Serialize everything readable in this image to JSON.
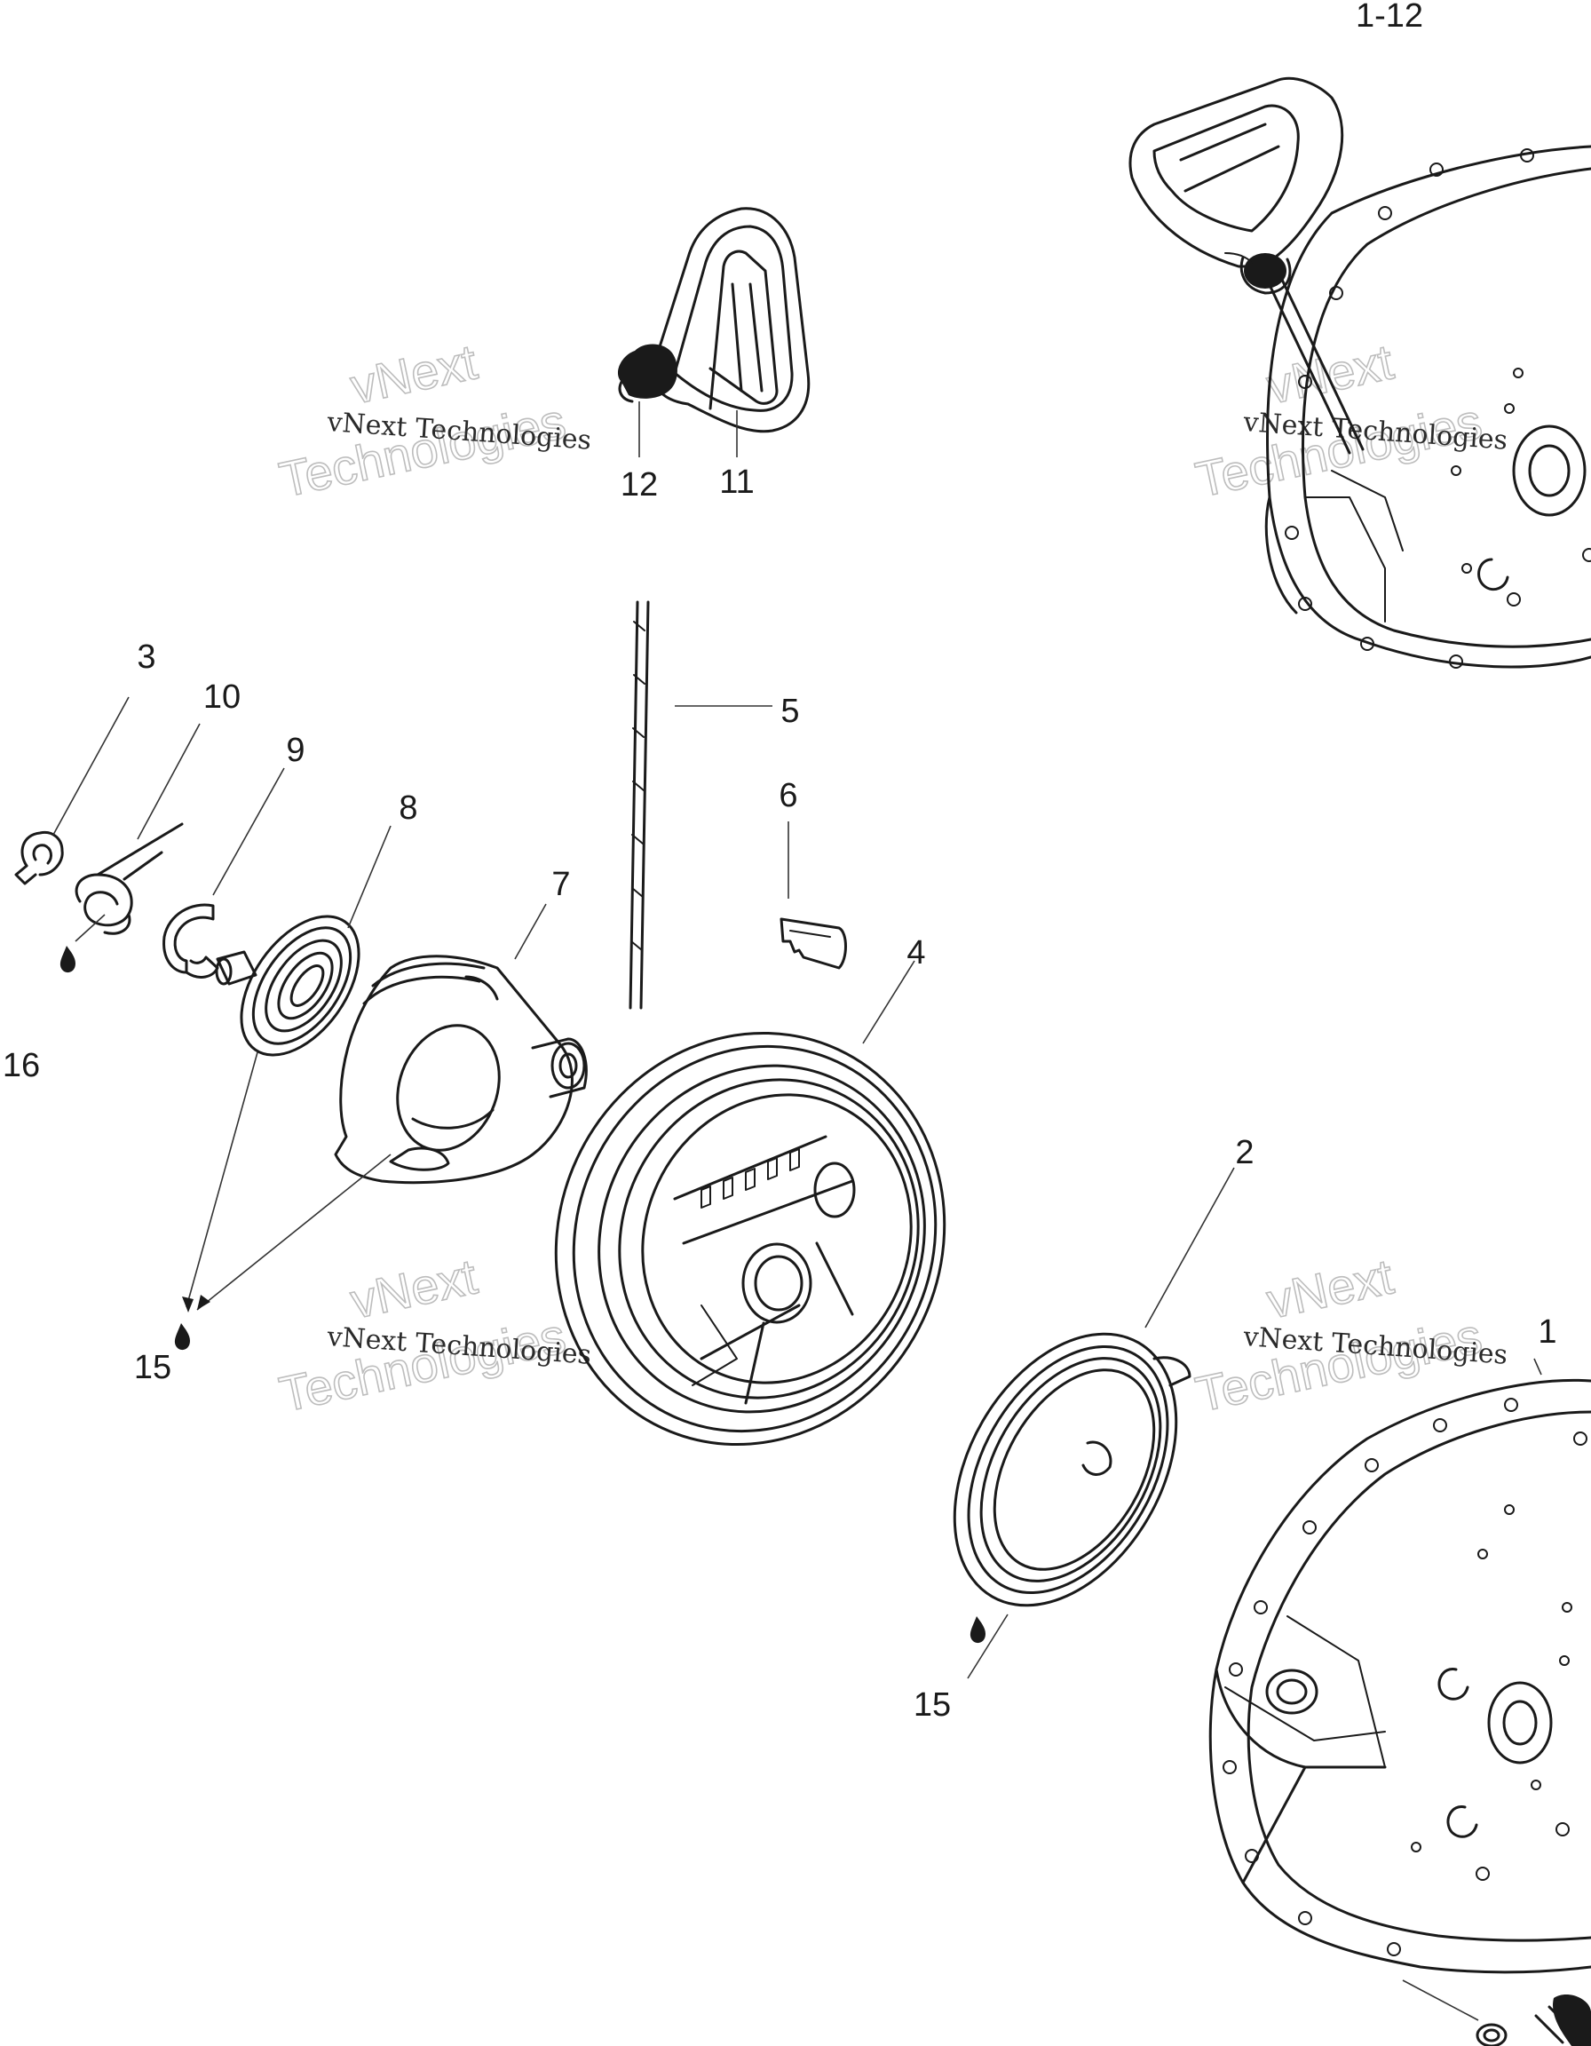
{
  "watermark": {
    "small": "vNext Technologies",
    "big_line1": "vNext",
    "big_line2": "Technologies"
  },
  "callouts": [
    {
      "id": "1-12",
      "text": "1-12"
    },
    {
      "id": "12",
      "text": "12"
    },
    {
      "id": "11",
      "text": "11"
    },
    {
      "id": "5",
      "text": "5"
    },
    {
      "id": "6",
      "text": "6"
    },
    {
      "id": "3",
      "text": "3"
    },
    {
      "id": "10",
      "text": "10"
    },
    {
      "id": "9",
      "text": "9"
    },
    {
      "id": "8",
      "text": "8"
    },
    {
      "id": "7",
      "text": "7"
    },
    {
      "id": "4",
      "text": "4"
    },
    {
      "id": "16",
      "text": "16"
    },
    {
      "id": "2",
      "text": "2"
    },
    {
      "id": "15a",
      "text": "15"
    },
    {
      "id": "1",
      "text": "1"
    },
    {
      "id": "15b",
      "text": "15"
    }
  ],
  "colors": {
    "ink": "#1a1a1a",
    "watermark_outline": "#bdbdbd",
    "background": "#ffffff"
  }
}
